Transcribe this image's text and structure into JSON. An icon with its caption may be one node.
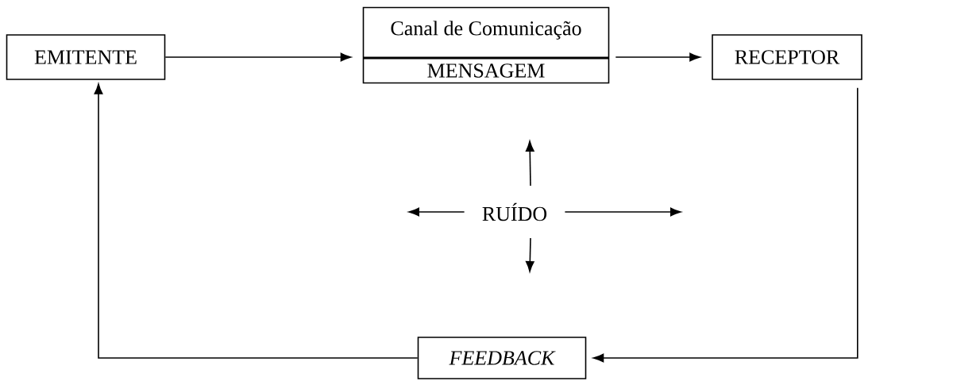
{
  "diagram": {
    "nodes": [
      {
        "text": [
          "EMITENTE"
        ]
      },
      {
        "text": [
          "Canal de Comunicação",
          "MENSAGEM"
        ]
      },
      {
        "text": [
          "RECEPTOR"
        ]
      },
      {
        "text": [
          "RUÍDO"
        ]
      },
      {
        "text": [
          "FEEDBACK"
        ]
      }
    ],
    "edges": [
      {
        "from": 0,
        "to": 1,
        "arrow": "to"
      },
      {
        "from": 1,
        "to": 2,
        "arrow": "to"
      },
      {
        "from": 2,
        "to": 4,
        "arrow": "to"
      },
      {
        "from": 4,
        "to": 0,
        "arrow": "to"
      },
      {
        "from": 3,
        "to": null,
        "arrow": "to"
      },
      {
        "from": 3,
        "to": null,
        "arrow": "to"
      },
      {
        "from": 3,
        "to": null,
        "arrow": "to"
      },
      {
        "from": 3,
        "to": null,
        "arrow": "to"
      }
    ]
  }
}
